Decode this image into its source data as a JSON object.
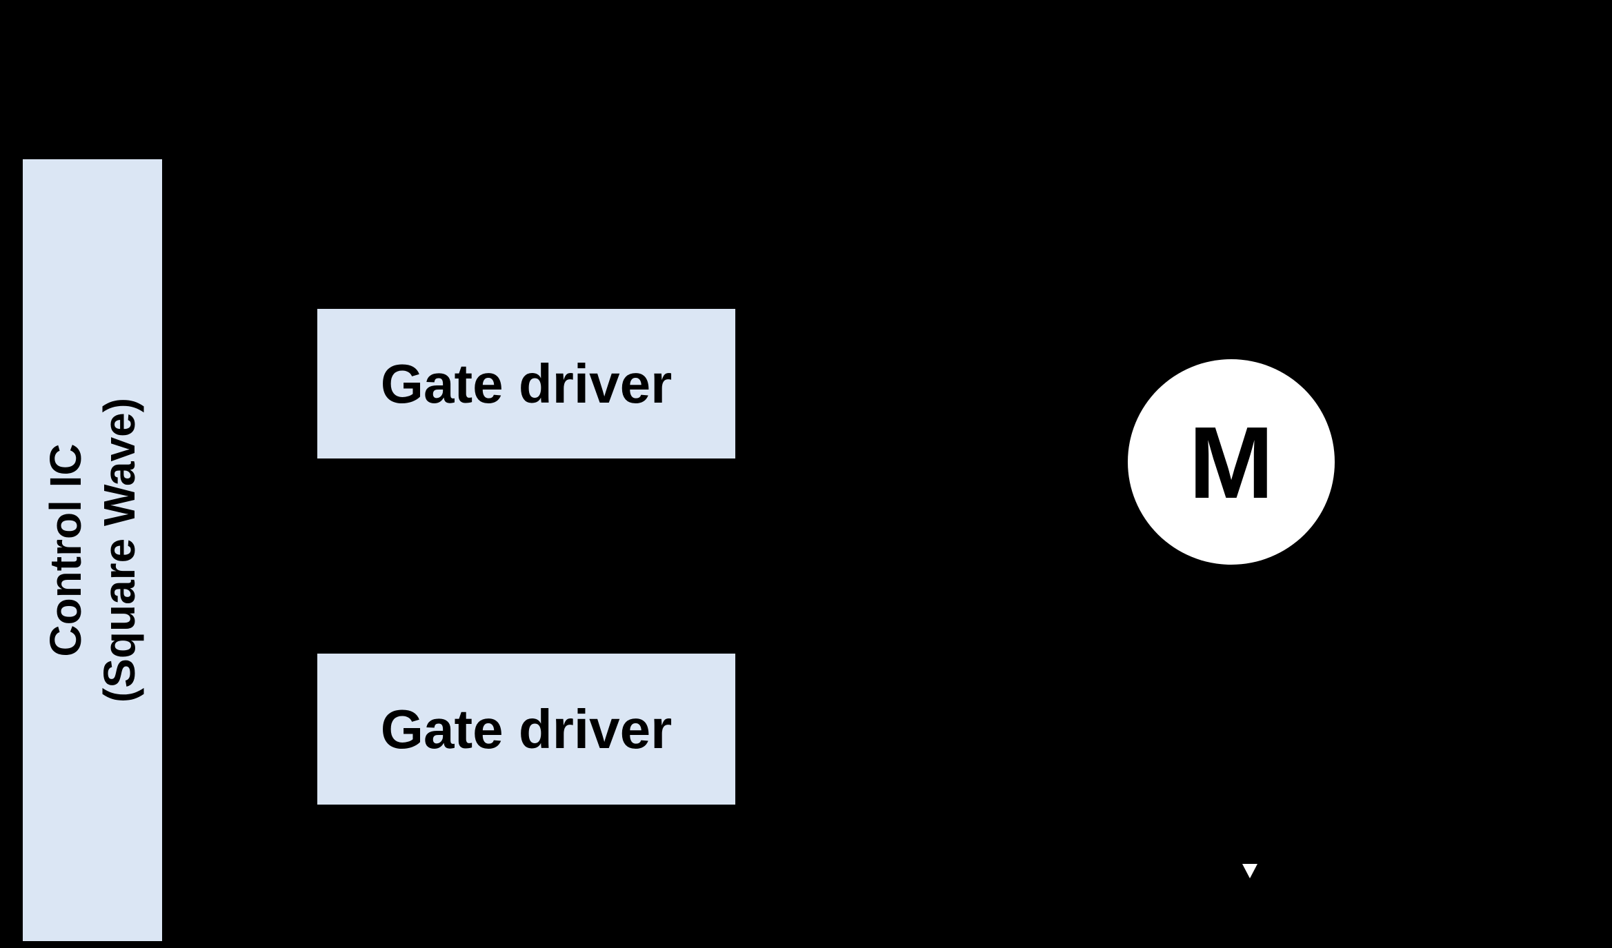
{
  "diagram": {
    "background_color": "#000000",
    "block_fill_color": "#dbe6f4",
    "text_color": "#000000",
    "motor_fill_color": "#ffffff",
    "arrowhead_color": "#ffffff",
    "control_ic": {
      "label_line1": "Control IC",
      "label_line2": "(Square Wave)"
    },
    "gate_drivers": [
      {
        "label": "Gate driver"
      },
      {
        "label": "Gate driver"
      }
    ],
    "motor": {
      "label": "M"
    }
  }
}
